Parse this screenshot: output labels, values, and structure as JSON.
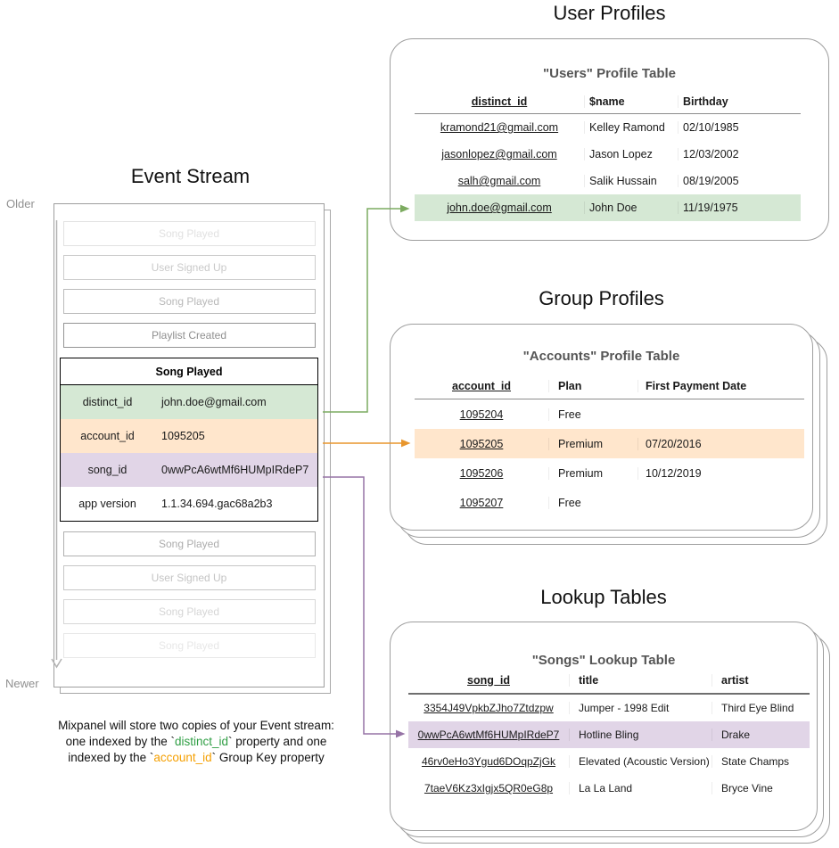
{
  "colors": {
    "green_fill": "#d5e8d4",
    "orange_fill": "#ffe6cc",
    "purple_fill": "#e1d5e7",
    "green_arrow": "#7cab60",
    "orange_arrow": "#e8962d",
    "purple_arrow": "#9673a6",
    "gray_arrow": "#b3b3b3",
    "green_text": "#2f9e44",
    "orange_text": "#f59f00"
  },
  "event_stream": {
    "title": "Event Stream",
    "older_label": "Older",
    "newer_label": "Newer",
    "events_before": [
      {
        "label": "Song Played",
        "fade": 0.25
      },
      {
        "label": "User Signed Up",
        "fade": 0.45
      },
      {
        "label": "Song Played",
        "fade": 0.6
      },
      {
        "label": "Playlist Created",
        "fade": 0.95
      }
    ],
    "active_event": {
      "title": "Song Played",
      "properties": [
        {
          "key": "distinct_id",
          "value": "john.doe@gmail.com",
          "fill": "#d5e8d4"
        },
        {
          "key": "account_id",
          "value": "1095205",
          "fill": "#ffe6cc"
        },
        {
          "key": "song_id",
          "value": "0wwPcA6wtMf6HUMpIRdeP7",
          "fill": "#e1d5e7"
        },
        {
          "key": "app version",
          "value": "1.1.34.694.gac68a2b3",
          "fill": "#ffffff"
        }
      ]
    },
    "events_after": [
      {
        "label": "Song Played",
        "fade": 0.7
      },
      {
        "label": "User Signed Up",
        "fade": 0.5
      },
      {
        "label": "Song Played",
        "fade": 0.35
      },
      {
        "label": "Song Played",
        "fade": 0.2
      }
    ]
  },
  "user_profiles": {
    "section_title": "User Profiles",
    "table_title": "\"Users\" Profile Table",
    "columns": [
      "distinct_id",
      "$name",
      "Birthday"
    ],
    "rows": [
      {
        "cells": [
          "kramond21@gmail.com",
          "Kelley Ramond",
          "02/10/1985"
        ],
        "highlight": null
      },
      {
        "cells": [
          "jasonlopez@gmail.com",
          "Jason Lopez",
          "12/03/2002"
        ],
        "highlight": null
      },
      {
        "cells": [
          "salh@gmail.com",
          "Salik Hussain",
          "08/19/2005"
        ],
        "highlight": null
      },
      {
        "cells": [
          "john.doe@gmail.com",
          "John Doe",
          "11/19/1975"
        ],
        "highlight": "#d5e8d4"
      }
    ]
  },
  "group_profiles": {
    "section_title": "Group Profiles",
    "table_title": "\"Accounts\" Profile Table",
    "columns": [
      "account_id",
      "Plan",
      "First Payment Date"
    ],
    "rows": [
      {
        "cells": [
          "1095204",
          "Free",
          ""
        ],
        "highlight": null
      },
      {
        "cells": [
          "1095205",
          "Premium",
          "07/20/2016"
        ],
        "highlight": "#ffe6cc"
      },
      {
        "cells": [
          "1095206",
          "Premium",
          "10/12/2019"
        ],
        "highlight": null
      },
      {
        "cells": [
          "1095207",
          "Free",
          ""
        ],
        "highlight": null
      }
    ]
  },
  "lookup_tables": {
    "section_title": "Lookup Tables",
    "table_title": "\"Songs\" Lookup Table",
    "columns": [
      "song_id",
      "title",
      "artist"
    ],
    "rows": [
      {
        "cells": [
          "3354J49VpkbZJho7Ztdzpw",
          "Jumper - 1998 Edit",
          "Third Eye Blind"
        ],
        "highlight": null
      },
      {
        "cells": [
          "0wwPcA6wtMf6HUMpIRdeP7",
          "Hotline Bling",
          "Drake"
        ],
        "highlight": "#e1d5e7"
      },
      {
        "cells": [
          "46rv0eHo3Ygud6DOqpZjGk",
          "Elevated (Acoustic Version)",
          "State Champs"
        ],
        "highlight": null
      },
      {
        "cells": [
          "7taeV6Kz3xIgjx5QR0eG8p",
          "La La Land",
          "Bryce Vine"
        ],
        "highlight": null
      }
    ]
  },
  "caption": {
    "line1": "Mixpanel will store two copies of your Event stream:",
    "line2_pre": "one indexed by the `",
    "line2_key": "distinct_id",
    "line2_post": "` property and one",
    "line3_pre": "indexed by the `",
    "line3_key": "account_id",
    "line3_post": "` Group Key property"
  }
}
